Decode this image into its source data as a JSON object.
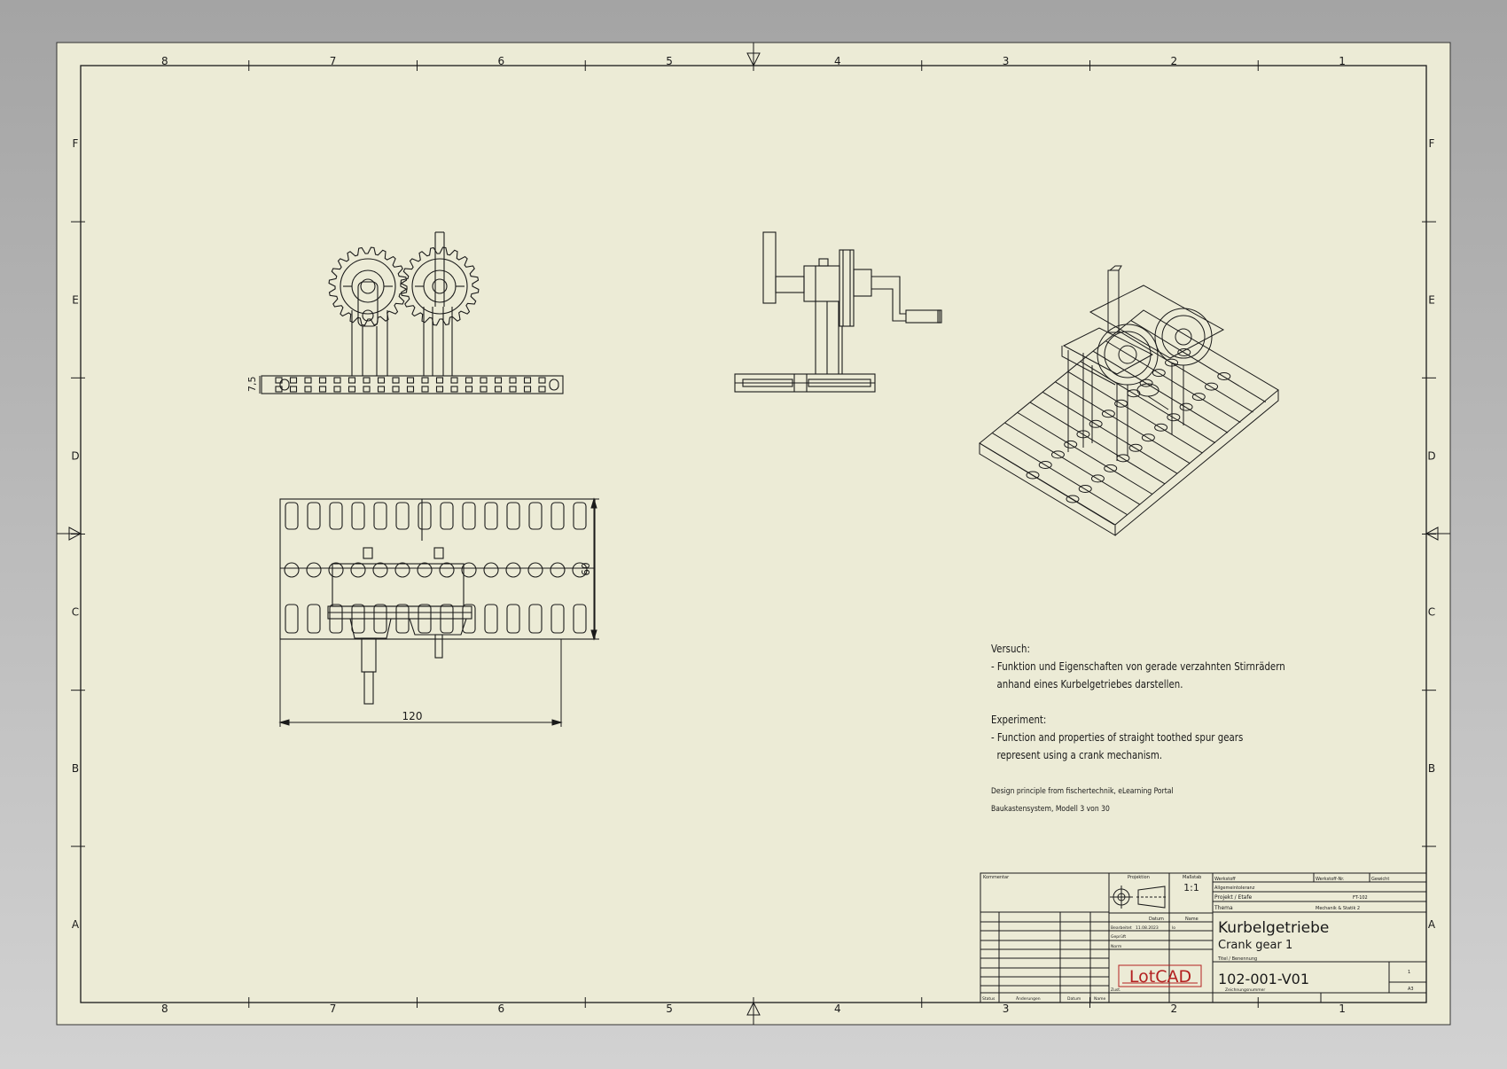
{
  "zone_cols": [
    "8",
    "7",
    "6",
    "5",
    "4",
    "3",
    "2",
    "1"
  ],
  "zone_rows": [
    "F",
    "E",
    "D",
    "C",
    "B",
    "A"
  ],
  "dimensions": {
    "width_120": "120",
    "height_60": "60",
    "thick_7_5": "7,5"
  },
  "notes": {
    "versuch_title": "Versuch:",
    "versuch_line1": "- Funktion und Eigenschaften von gerade verzahnten Stirnrädern",
    "versuch_line2": "  anhand eines Kurbelgetriebes darstellen.",
    "experiment_title": "Experiment:",
    "experiment_line1": "- Function and properties of straight toothed spur gears",
    "experiment_line2": "  represent using a crank mechanism.",
    "credit_line1": "Design principle from fischertechnik, eLearning Portal",
    "credit_line2": "Baukastensystem, Modell 3 von 30"
  },
  "title_block": {
    "kommentar": "Kommentar",
    "projektion": "Projektion",
    "massstab_label": "Maßstab",
    "massstab": "1:1",
    "werkstoff": "Werkstoff",
    "werkstoff_nr": "Werkstoff-Nr.",
    "gewicht": "Gewicht",
    "allgemeintoleranz": "Allgemeintoleranz",
    "projekt_label": "Projekt / Etafe",
    "projekt_value": "FT-102",
    "thema_label": "Thema",
    "thema_value": "Mechanik & Statik 2",
    "datum": "Datum",
    "name": "Name",
    "bearbeitet": "Bearbeitet",
    "bearbeitet_date": "11.08.2023",
    "bearbeitet_name": "lo",
    "geprueft": "Geprüft",
    "norm": "Norm",
    "title_de": "Kurbelgetriebe",
    "title_en": "Crank gear 1",
    "subtitle": "Titel / Benennung",
    "logo": "LotCAD",
    "drawing_no": "102-001-V01",
    "drawing_no_label": "Zeichnungsnummer",
    "blatt": "1",
    "format": "A3",
    "zust": "Zust.",
    "status": "Status",
    "aenderungen": "Änderungen",
    "datum2": "Datum",
    "name2": "Name"
  },
  "colors": {
    "paper": "#ecebd6",
    "line": "#1a1a1a",
    "logo": "#b32020",
    "page_bg": "#bdbdbd"
  }
}
